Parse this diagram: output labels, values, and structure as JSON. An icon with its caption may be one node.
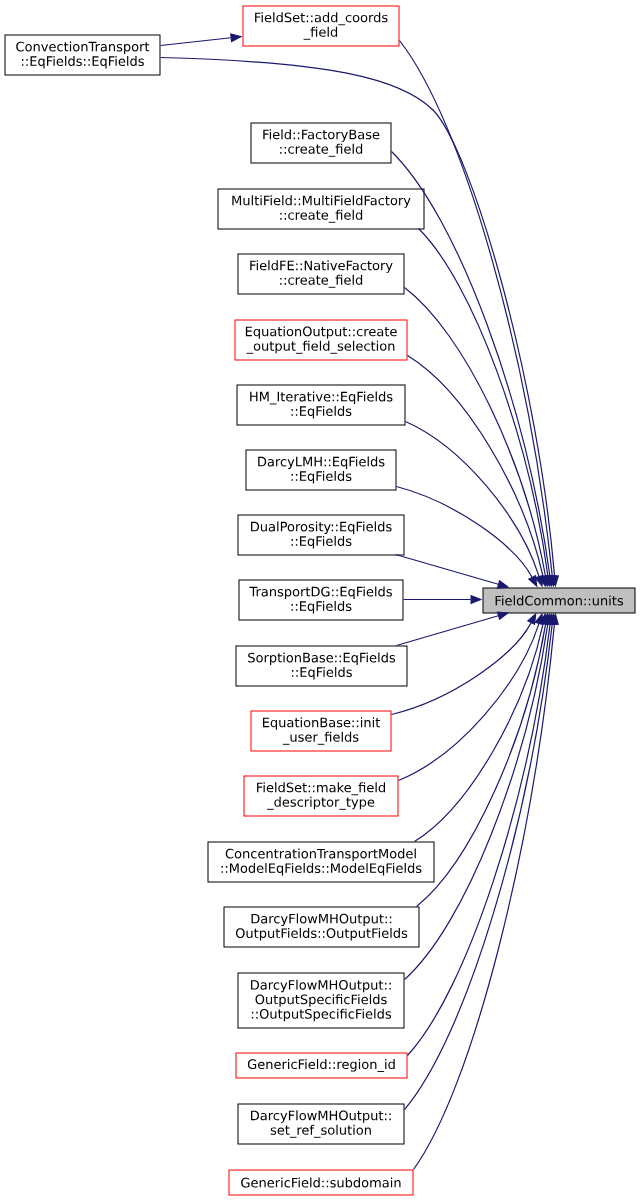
{
  "diagram": {
    "nodes": [
      {
        "text": [
          "ConvectionTransport ::EqFields::EqFields"
        ]
      },
      {
        "text": [
          "FieldSet::add_coords _field"
        ]
      },
      {
        "text": [
          "Field::FactoryBase ::create_field"
        ]
      },
      {
        "text": [
          "MultiField::MultiFieldFactory ::create_field"
        ]
      },
      {
        "text": [
          "FieldFE::NativeFactory ::create_field"
        ]
      },
      {
        "text": [
          "EquationOutput::create _output_field_selection"
        ]
      },
      {
        "text": [
          "HM_Iterative::EqFields ::EqFields"
        ]
      },
      {
        "text": [
          "DarcyLMH::EqFields ::EqFields"
        ]
      },
      {
        "text": [
          "DualPorosity::EqFields ::EqFields"
        ]
      },
      {
        "text": [
          "TransportDG::EqFields ::EqFields"
        ]
      },
      {
        "text": [
          "SorptionBase::EqFields ::EqFields"
        ]
      },
      {
        "text": [
          "EquationBase::init _user_fields"
        ]
      },
      {
        "text": [
          "FieldSet::make_field _descriptor_type"
        ]
      },
      {
        "text": [
          "ConcentrationTransportModel ::ModelEqFields::ModelEqFields"
        ]
      },
      {
        "text": [
          "DarcyFlowMHOutput:: OutputFields::OutputFields"
        ]
      },
      {
        "text": [
          "DarcyFlowMHOutput:: OutputSpecificFields ::OutputSpecificFields"
        ]
      },
      {
        "text": [
          "GenericField::region_id"
        ]
      },
      {
        "text": [
          "DarcyFlowMHOutput:: set_ref_solution"
        ]
      },
      {
        "text": [
          "GenericField::subdomain"
        ]
      },
      {
        "text": [
          "FieldCommon::units"
        ]
      }
    ],
    "edges": [
      {
        "from": 0,
        "to": 1,
        "arrow": "to"
      },
      {
        "from": 0,
        "to": 19,
        "arrow": "to"
      },
      {
        "from": 1,
        "to": 19,
        "arrow": "to"
      },
      {
        "from": 2,
        "to": 19,
        "arrow": "to"
      },
      {
        "from": 3,
        "to": 19,
        "arrow": "to"
      },
      {
        "from": 4,
        "to": 19,
        "arrow": "to"
      },
      {
        "from": 5,
        "to": 19,
        "arrow": "to"
      },
      {
        "from": 6,
        "to": 19,
        "arrow": "to"
      },
      {
        "from": 7,
        "to": 19,
        "arrow": "to"
      },
      {
        "from": 8,
        "to": 19,
        "arrow": "to"
      },
      {
        "from": 9,
        "to": 19,
        "arrow": "to"
      },
      {
        "from": 10,
        "to": 19,
        "arrow": "to"
      },
      {
        "from": 11,
        "to": 19,
        "arrow": "to"
      },
      {
        "from": 12,
        "to": 19,
        "arrow": "to"
      },
      {
        "from": 13,
        "to": 19,
        "arrow": "to"
      },
      {
        "from": 14,
        "to": 19,
        "arrow": "to"
      },
      {
        "from": 15,
        "to": 19,
        "arrow": "to"
      },
      {
        "from": 16,
        "to": 19,
        "arrow": "to"
      },
      {
        "from": 17,
        "to": 19,
        "arrow": "to"
      },
      {
        "from": 18,
        "to": 19,
        "arrow": "to"
      }
    ]
  }
}
